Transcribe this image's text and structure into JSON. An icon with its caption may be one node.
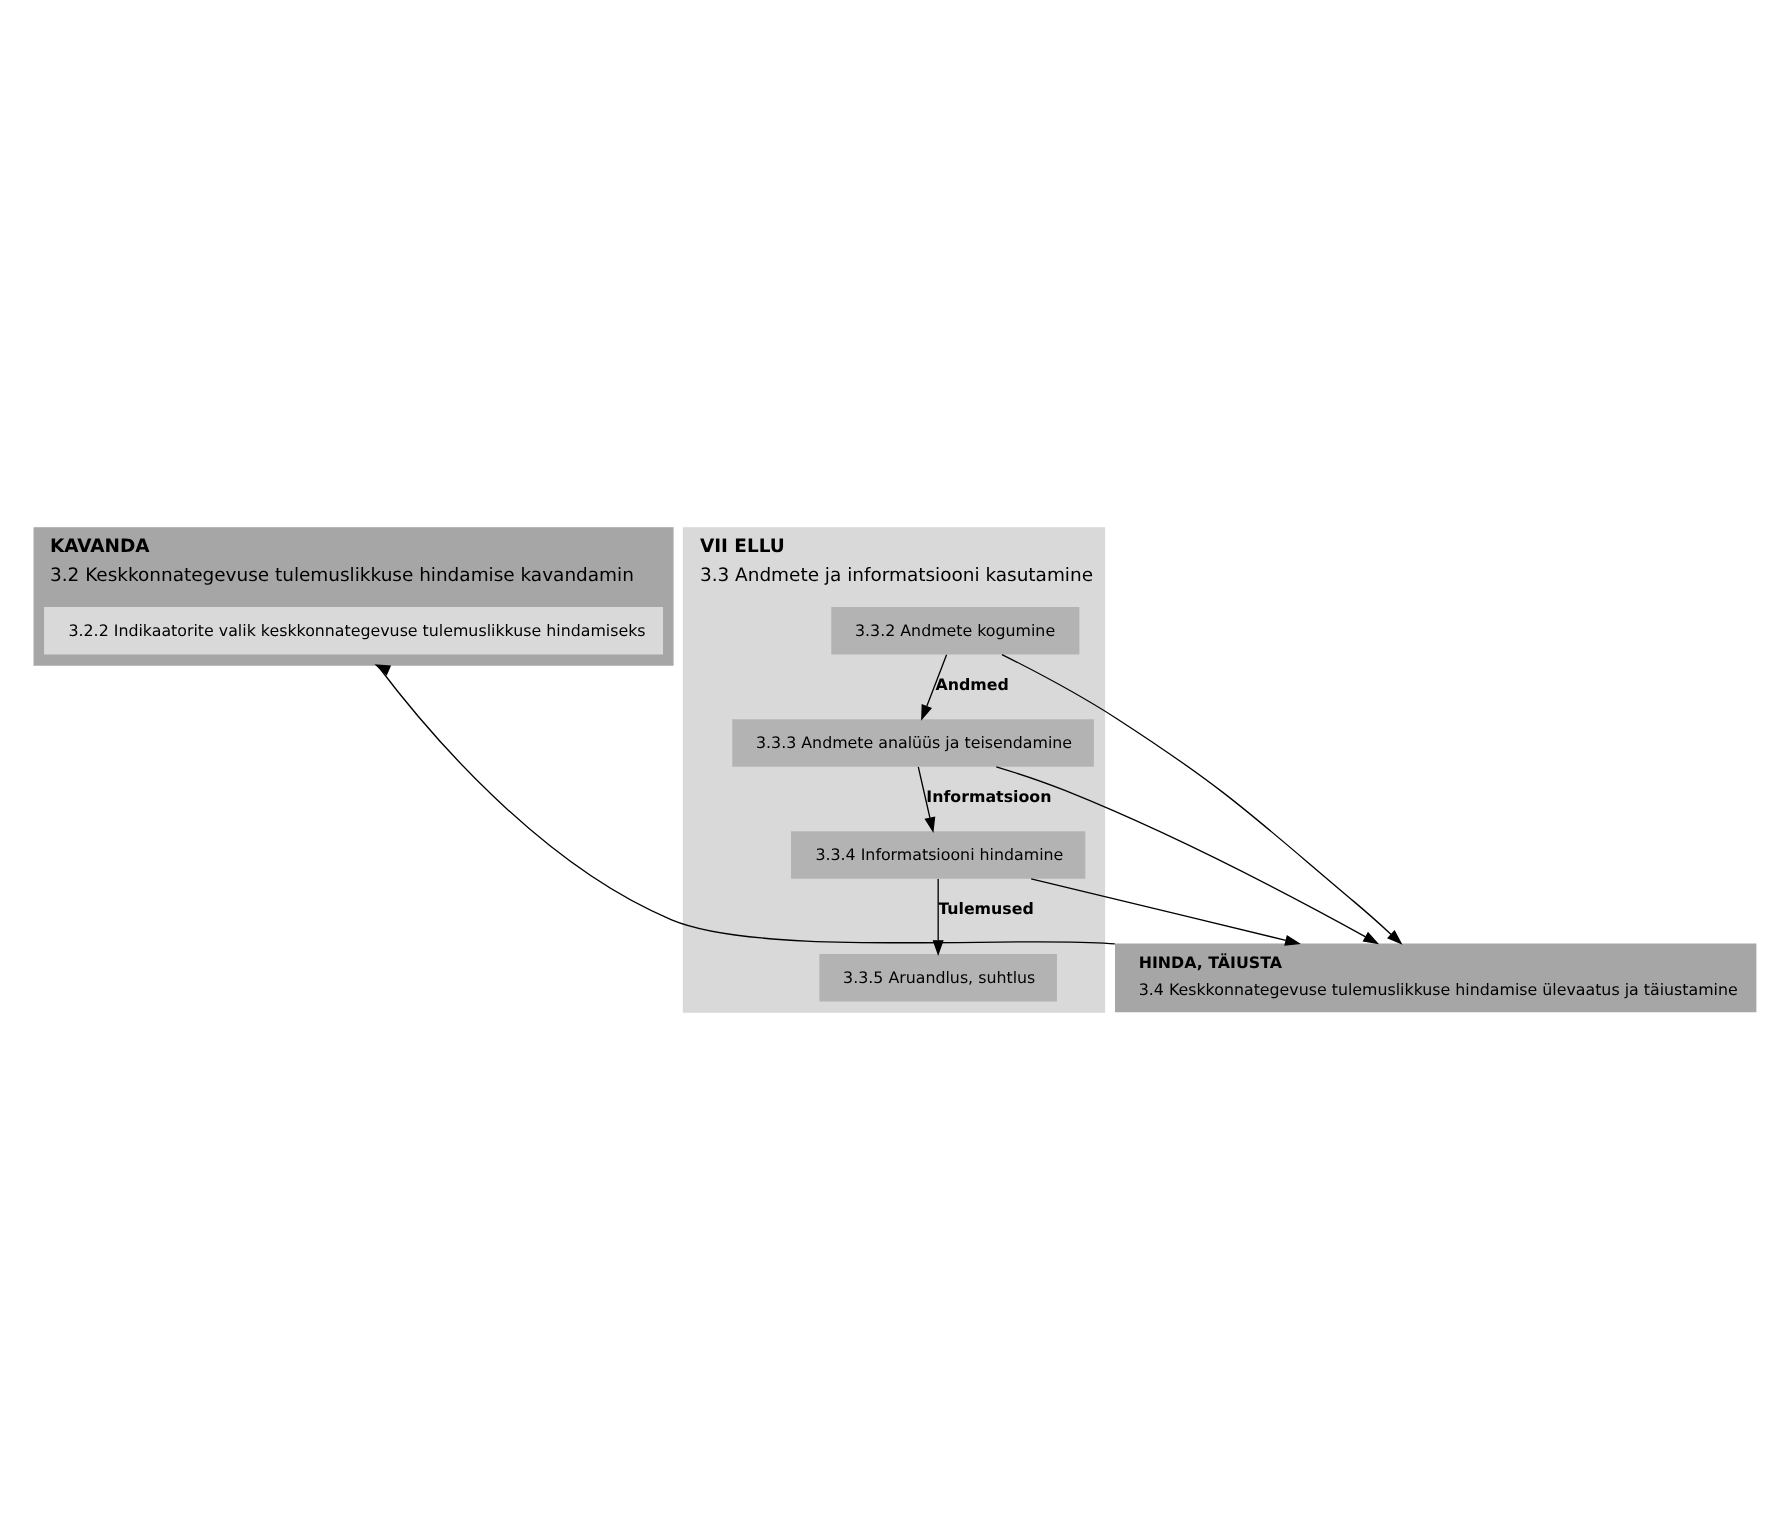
{
  "diagram": {
    "nodes": [
      {
        "text": [
          "KAVANDA",
          "3.2 Keskkonnategevuse tulemuslikkuse hindamise kavandamin"
        ]
      },
      {
        "text": [
          "3.2.2 Indikaatorite valik keskkonnategevuse tulemuslikkuse hindamiseks"
        ],
        "in": 0
      },
      {
        "text": [
          "VII ELLU",
          "3.3 Andmete ja informatsiooni kasutamine"
        ]
      },
      {
        "text": [
          "3.3.2 Andmete kogumine"
        ],
        "in": 2
      },
      {
        "text": [
          "3.3.3 Andmete analüüs ja teisendamine"
        ],
        "in": 2
      },
      {
        "text": [
          "3.3.4 Informatsiooni hindamine"
        ],
        "in": 2
      },
      {
        "text": [
          "3.3.5 Aruandlus, suhtlus"
        ],
        "in": 2
      },
      {
        "text": [
          "HINDA, TÄIUSTA",
          "3.4 Keskkonnategevuse tulemuslikkuse hindamise ülevaatus ja täiustamine"
        ]
      }
    ],
    "edges": [
      {
        "from": 7,
        "to": 0,
        "arrow": "to"
      },
      {
        "from": 3,
        "to": 4,
        "arrow": "to",
        "label": "Andmed"
      },
      {
        "from": 4,
        "to": 5,
        "arrow": "to",
        "label": "Informatsioon"
      },
      {
        "from": 5,
        "to": 6,
        "arrow": "to",
        "label": "Tulemused"
      },
      {
        "from": 3,
        "to": 7,
        "arrow": "to"
      },
      {
        "from": 4,
        "to": 7,
        "arrow": "to"
      },
      {
        "from": 5,
        "to": 7,
        "arrow": "to"
      }
    ]
  }
}
